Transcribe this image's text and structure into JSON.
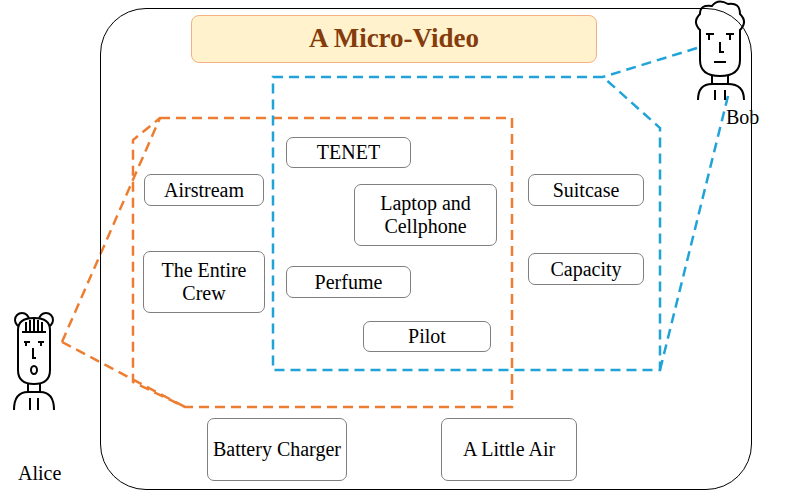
{
  "diagram": {
    "nodes": [
      {
        "text": [
          "A Micro-Video"
        ]
      },
      {
        "text": [
          "TENET"
        ],
        "in": 0
      },
      {
        "text": [
          "Airstream"
        ],
        "in": 0
      },
      {
        "text": [
          "Laptop and Cellphone"
        ],
        "in": 0
      },
      {
        "text": [
          "Suitcase"
        ],
        "in": 0
      },
      {
        "text": [
          "The Entire Crew"
        ],
        "in": 0
      },
      {
        "text": [
          "Perfume"
        ],
        "in": 0
      },
      {
        "text": [
          "Capacity"
        ],
        "in": 0
      },
      {
        "text": [
          "Pilot"
        ],
        "in": 0
      },
      {
        "text": [
          "Battery Charger"
        ],
        "in": 0
      },
      {
        "text": [
          "A Little Air"
        ],
        "in": 0
      }
    ],
    "labels": [
      "Alice",
      "Bob"
    ]
  }
}
